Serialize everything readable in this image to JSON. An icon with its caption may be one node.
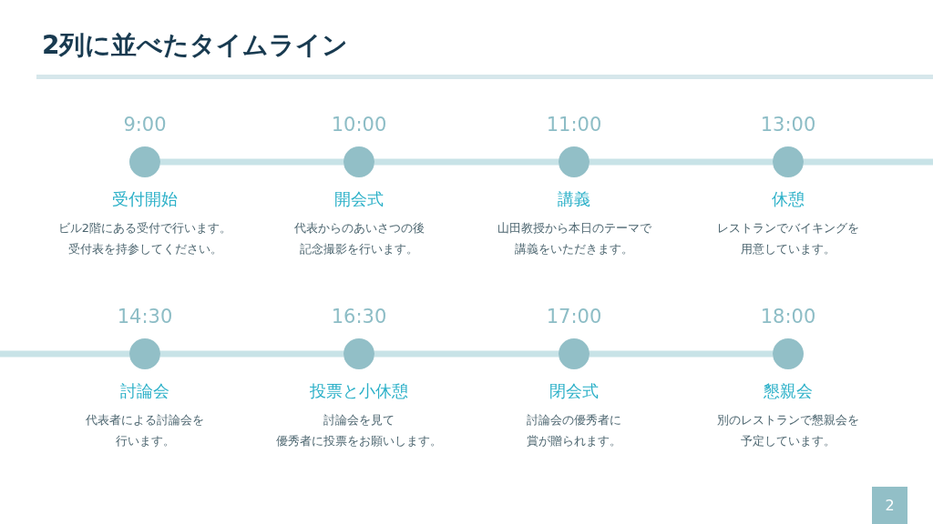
{
  "diagram": {
    "title": "2列に並べたタイムライン",
    "nodes": [
      {
        "text": [],
        "shape": "circle",
        "beside": [
          "9:00",
          "受付開始",
          "ビル2階にある受付で行います。受付表を持参してください。"
        ]
      },
      {
        "text": [],
        "shape": "circle",
        "beside": [
          "10:00",
          "開会式",
          "代表からのあいさつの後記念撮影を行います。"
        ]
      },
      {
        "text": [],
        "shape": "circle",
        "beside": [
          "11:00",
          "講義",
          "山田教授から本日のテーマで講義をいただきます。"
        ]
      },
      {
        "text": [],
        "shape": "circle",
        "beside": [
          "13:00",
          "休憩",
          "レストランでバイキングを用意しています。"
        ]
      },
      {
        "text": [],
        "shape": "circle",
        "beside": [
          "14:30",
          "討論会",
          "代表者による討論会を行います。"
        ]
      },
      {
        "text": [],
        "shape": "circle",
        "beside": [
          "16:30",
          "投票と小休憩",
          "討論会を見て優秀者に投票をお願いします。"
        ]
      },
      {
        "text": [],
        "shape": "circle",
        "beside": [
          "17:00",
          "閉会式",
          "討論会の優秀者に賞が贈られます。"
        ]
      },
      {
        "text": [],
        "shape": "circle",
        "beside": [
          "18:00",
          "懇親会",
          "別のレストランで懇親会を予定しています。"
        ]
      }
    ],
    "edges": [
      {
        "from": 0,
        "to": 1,
        "arrow": "none"
      },
      {
        "from": 1,
        "to": 2,
        "arrow": "none"
      },
      {
        "from": 2,
        "to": 3,
        "arrow": "none"
      },
      {
        "from": 3,
        "to": null,
        "arrow": "none"
      },
      {
        "from": null,
        "to": 4,
        "arrow": "none"
      },
      {
        "from": 4,
        "to": 5,
        "arrow": "none"
      },
      {
        "from": 5,
        "to": 6,
        "arrow": "none"
      },
      {
        "from": 6,
        "to": 7,
        "arrow": "none"
      }
    ],
    "labels": [
      "2"
    ]
  }
}
